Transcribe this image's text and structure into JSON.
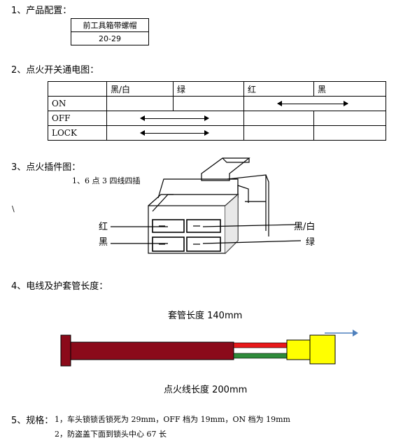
{
  "section1": {
    "heading": "1、产品配置：",
    "table": {
      "header": "前工具箱带螺帽",
      "value": "20-29"
    }
  },
  "section2": {
    "heading": "2、点火开关通电图：",
    "columns": [
      "",
      "黑/白",
      "绿",
      "红",
      "黑"
    ],
    "rows": [
      {
        "label": "ON",
        "arrow": "red-black"
      },
      {
        "label": "OFF",
        "arrow": "black/white-green"
      },
      {
        "label": "LOCK",
        "arrow": "black/white-green"
      }
    ]
  },
  "section3": {
    "heading": "3、点火插件图：",
    "subtitle": "1、6 点 3 四线四插",
    "stray_mark": "\\",
    "labels": {
      "red": "红",
      "black": "黑",
      "black_white": "黑/白",
      "green": "绿"
    }
  },
  "section4": {
    "heading": "4、电线及护套管长度：",
    "sleeve_label": "套管长度 140mm",
    "wire_label": "点火线长度 200mm",
    "colors": {
      "sleeve": "#8b0a1a",
      "connector": "#ffff00",
      "wire_red": "#e8191b",
      "wire_green": "#2e8b3a",
      "arrow": "#4f81bd"
    }
  },
  "section5": {
    "heading": "5、规格：",
    "line1": "1，车头锁锁舌锁死为 29mm，OFF 档为 19mm，ON 档为 19mm",
    "line2": "2，防盗盖下面到锁头中心 67 长"
  }
}
